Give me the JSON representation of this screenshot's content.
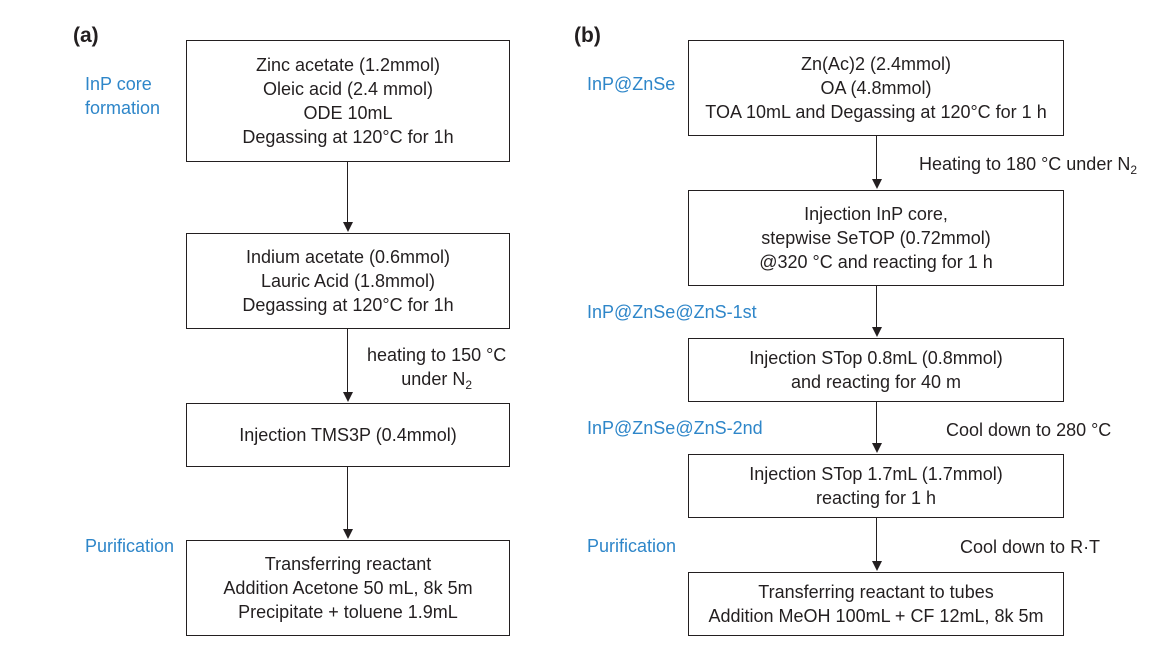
{
  "panel_a": {
    "label": "(a)",
    "stages": {
      "core": [
        "InP core",
        "formation"
      ],
      "purification": "Purification"
    },
    "steps": [
      [
        "Zinc acetate (1.2mmol)",
        "Oleic acid (2.4 mmol)",
        "ODE 10mL",
        "Degassing at 120°C for 1h"
      ],
      [
        "Indium acetate (0.6mmol)",
        "Lauric Acid (1.8mmol)",
        "Degassing at 120°C for 1h"
      ],
      [
        "Injection TMS3P (0.4mmol)"
      ],
      [
        "Transferring reactant",
        "Addition Acetone 50 mL, 8k 5m",
        "Precipitate + toluene 1.9mL"
      ]
    ],
    "conditions": {
      "heating_line1": "heating to 150 °C",
      "heating_line2_prefix": "under N",
      "heating_line2_sub": "2"
    }
  },
  "panel_b": {
    "label": "(b)",
    "stages": {
      "znse": "InP@ZnSe",
      "zns1": "InP@ZnSe@ZnS-1st",
      "zns2": "InP@ZnSe@ZnS-2nd",
      "purification": "Purification"
    },
    "steps": [
      [
        "Zn(Ac)2 (2.4mmol)",
        "OA (4.8mmol)",
        "TOA 10mL and Degassing at 120°C for 1 h"
      ],
      [
        "Injection InP core,",
        "stepwise SeTOP (0.72mmol)",
        "@320 °C and reacting for 1 h"
      ],
      [
        "Injection STop 0.8mL (0.8mmol)",
        "and reacting for 40 m"
      ],
      [
        "Injection STop 1.7mL (1.7mmol)",
        "reacting for 1 h"
      ],
      [
        "Transferring reactant to tubes",
        "Addition MeOH 100mL + CF 12mL, 8k 5m"
      ]
    ],
    "conditions": {
      "heating_prefix": "Heating to 180 °C under N",
      "heating_sub": "2",
      "cool1": "Cool down to 280 °C",
      "cool2": "Cool down to R·T"
    }
  }
}
